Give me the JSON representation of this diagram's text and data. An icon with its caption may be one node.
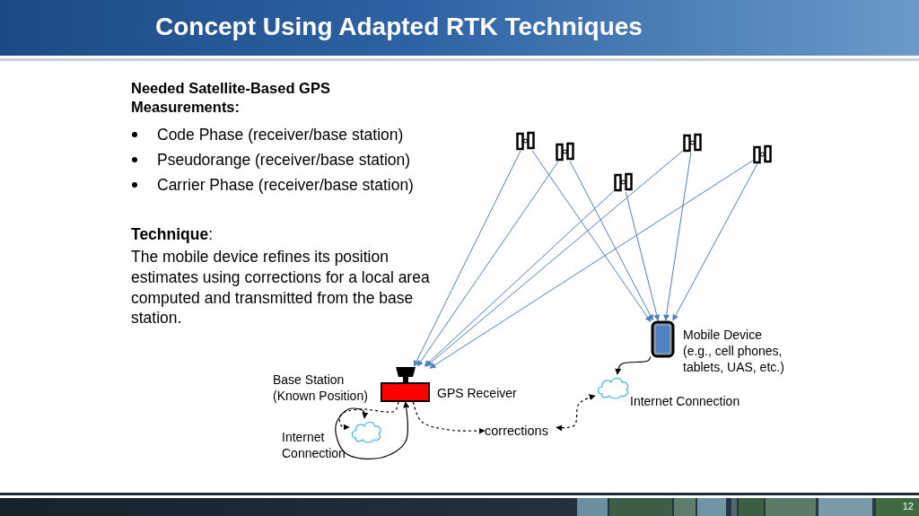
{
  "diagram": {
    "title": "Concept Using Adapted RTK Techniques",
    "nodes": [
      {
        "text": [],
        "shape": "picture"
      },
      {
        "text": [],
        "shape": "picture"
      },
      {
        "text": [],
        "shape": "picture"
      },
      {
        "text": [],
        "shape": "picture"
      },
      {
        "text": [],
        "shape": "picture"
      },
      {
        "text": [],
        "shape": "picture",
        "beside": [
          "Mobile Device (e.g., cell phones, tablets, UAS, etc.)"
        ]
      },
      {
        "text": [],
        "shape": "box",
        "beside": [
          "Base Station (Known Position)",
          "GPS Receiver"
        ]
      },
      {
        "text": [],
        "shape": "cloud",
        "beside": [
          "Internet Connection"
        ]
      },
      {
        "text": [],
        "shape": "cloud",
        "beside": [
          "Internet Connection"
        ]
      },
      {
        "text": [
          "corrections"
        ]
      }
    ],
    "edges": [
      {
        "from": 0,
        "to": 6,
        "arrow": "to"
      },
      {
        "from": 1,
        "to": 6,
        "arrow": "to"
      },
      {
        "from": 2,
        "to": 6,
        "arrow": "to"
      },
      {
        "from": 3,
        "to": 6,
        "arrow": "to"
      },
      {
        "from": 4,
        "to": 6,
        "arrow": "to"
      },
      {
        "from": 0,
        "to": 5,
        "arrow": "to"
      },
      {
        "from": 1,
        "to": 5,
        "arrow": "to"
      },
      {
        "from": 2,
        "to": 5,
        "arrow": "to"
      },
      {
        "from": 3,
        "to": 5,
        "arrow": "to"
      },
      {
        "from": 4,
        "to": 5,
        "arrow": "to"
      },
      {
        "from": 6,
        "to": 7,
        "arrow": "both",
        "color": "#000000"
      },
      {
        "from": 6,
        "to": 7,
        "arrow": "to",
        "style": "dashed",
        "color": "#000000"
      },
      {
        "from": 6,
        "to": 9,
        "arrow": "to",
        "style": "dashed",
        "color": "#000000"
      },
      {
        "from": 9,
        "to": 8,
        "arrow": "both",
        "style": "dashed",
        "color": "#000000"
      },
      {
        "from": 5,
        "to": 8,
        "arrow": "to",
        "color": "#000000"
      }
    ],
    "labels": [
      "Needed Satellite-Based GPS Measurements:",
      "Code Phase (receiver/base station)",
      "Pseudorange (receiver/base station)",
      "Carrier Phase (receiver/base station)",
      "**Technique**:",
      "The mobile device refines its position estimates using corrections for a local area computed and transmitted from the base station.",
      "12"
    ]
  }
}
